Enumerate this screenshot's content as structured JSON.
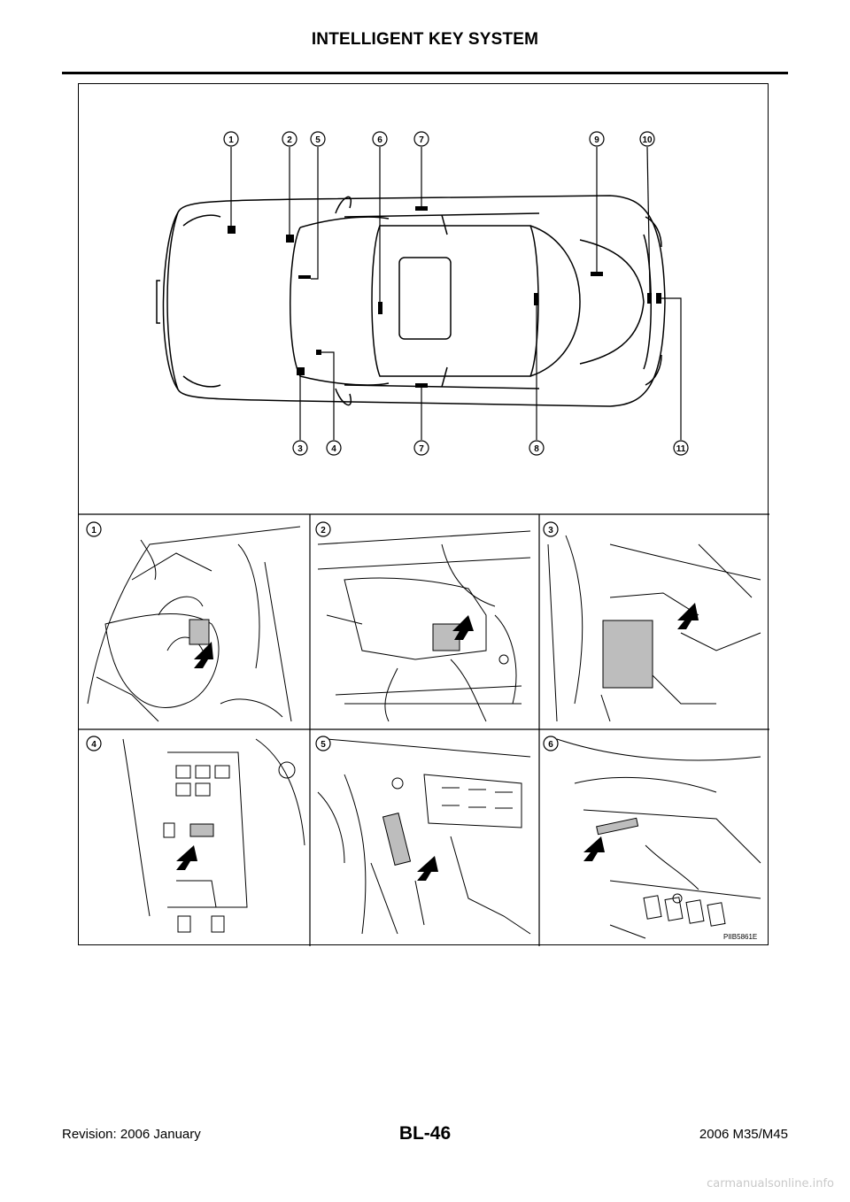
{
  "header": {
    "title": "INTELLIGENT KEY SYSTEM"
  },
  "figure": {
    "callouts_top": [
      "1",
      "2",
      "5",
      "6",
      "7",
      "9",
      "10"
    ],
    "callouts_bottom": [
      "3",
      "4",
      "7",
      "8",
      "11"
    ],
    "panels": [
      {
        "label": "1"
      },
      {
        "label": "2"
      },
      {
        "label": "3"
      },
      {
        "label": "4"
      },
      {
        "label": "5"
      },
      {
        "label": "6"
      }
    ],
    "code": "PIIB5861E"
  },
  "footer": {
    "revision": "Revision: 2006 January",
    "page": "BL-46",
    "model": "2006 M35/M45"
  },
  "watermark": "carmanualsonline.info"
}
